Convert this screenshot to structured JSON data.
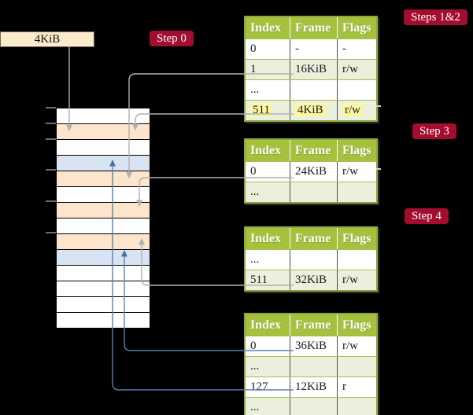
{
  "root_frame_box": {
    "label": "4KiB"
  },
  "badges": {
    "step0": "Step 0",
    "steps12": "Steps 1&2",
    "step3": "Step 3",
    "step4": "Step 4"
  },
  "memory": {
    "rows": [
      {
        "type": "free"
      },
      {
        "type": "pagetable"
      },
      {
        "type": "free"
      },
      {
        "type": "data"
      },
      {
        "type": "pagetable"
      },
      {
        "type": "free"
      },
      {
        "type": "pagetable"
      },
      {
        "type": "free"
      },
      {
        "type": "pagetable"
      },
      {
        "type": "data"
      },
      {
        "type": "free"
      },
      {
        "type": "free"
      },
      {
        "type": "free"
      },
      {
        "type": "free"
      }
    ]
  },
  "tables": [
    {
      "title": "root page table (steps 1 and 2)",
      "headers": [
        "Index",
        "Frame",
        "Flags"
      ],
      "rows": [
        {
          "cells": [
            "0",
            "-",
            "-"
          ]
        },
        {
          "cells": [
            "1",
            "16KiB",
            "r/w"
          ]
        },
        {
          "cells": [
            "...",
            "",
            ""
          ]
        },
        {
          "cells": [
            "511",
            "4KiB",
            "r/w"
          ],
          "highlight": true
        }
      ]
    },
    {
      "title": "page table (step 3)",
      "headers": [
        "Index",
        "Frame",
        "Flags"
      ],
      "rows": [
        {
          "cells": [
            "0",
            "24KiB",
            "r/w"
          ]
        },
        {
          "cells": [
            "...",
            "",
            ""
          ]
        }
      ]
    },
    {
      "title": "page table (step 4)",
      "headers": [
        "Index",
        "Frame",
        "Flags"
      ],
      "rows": [
        {
          "cells": [
            "...",
            "",
            ""
          ]
        },
        {
          "cells": [
            "511",
            "32KiB",
            "r/w"
          ]
        }
      ]
    },
    {
      "title": "final level page table",
      "headers": [
        "Index",
        "Frame",
        "Flags"
      ],
      "rows": [
        {
          "cells": [
            "0",
            "36KiB",
            "r/w"
          ]
        },
        {
          "cells": [
            "...",
            "",
            ""
          ]
        },
        {
          "cells": [
            "127",
            "12KiB",
            "r"
          ]
        },
        {
          "cells": [
            "...",
            "",
            ""
          ]
        }
      ]
    }
  ],
  "colors": {
    "badge_red": "#A30D2E",
    "table_header_green": "#A6C13D",
    "table_row_shade": "#EBF0DC",
    "frame_pagetable_peach": "#FDE4CC",
    "frame_data_blue": "#D9E4F3",
    "highlight_yellow": "#FBF6A3",
    "arrow_gray": "#AFAFAF",
    "arrow_blue": "#5A7EB5",
    "root_box_cream": "#FBEACB"
  }
}
